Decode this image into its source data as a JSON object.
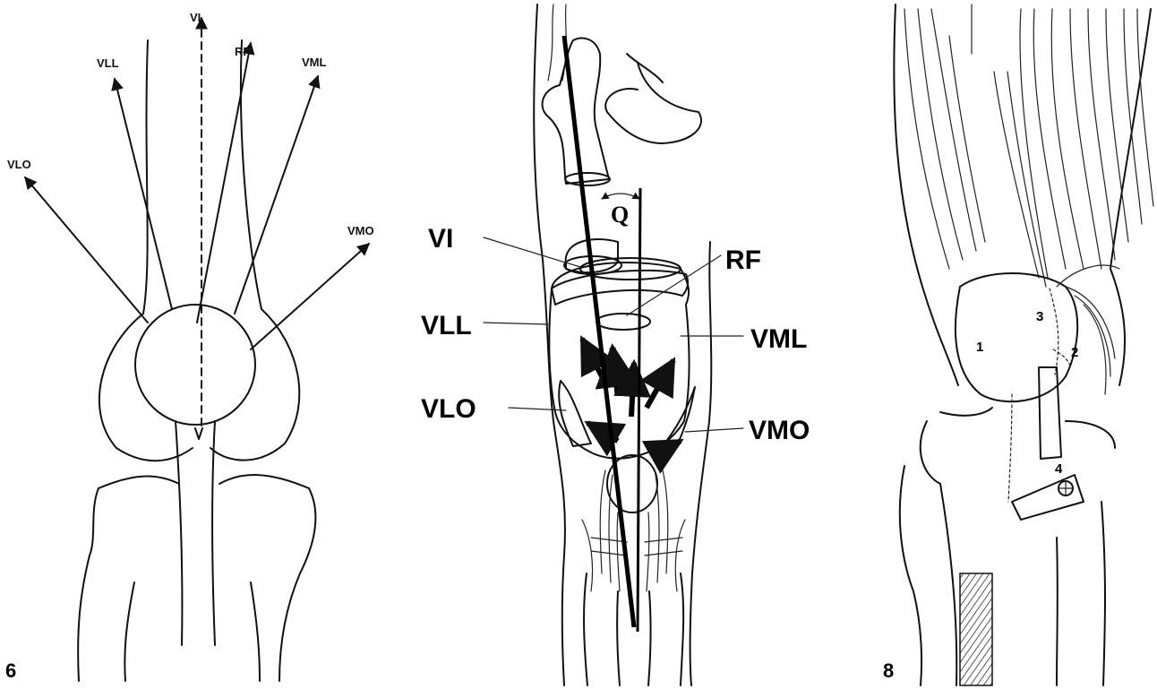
{
  "figure6": {
    "number": "6",
    "labels": {
      "vi": "VI",
      "rf": "RF",
      "vll": "VLL",
      "vml": "VML",
      "vlo": "VLO",
      "vmo": "VMO"
    }
  },
  "figure7": {
    "labels": {
      "vi": "VI",
      "rf": "RF",
      "vll": "VLL",
      "vml": "VML",
      "vlo": "VLO",
      "vmo": "VMO",
      "q": "Q"
    }
  },
  "figure8": {
    "number": "8",
    "markers": [
      "1",
      "2",
      "3",
      "4"
    ]
  }
}
